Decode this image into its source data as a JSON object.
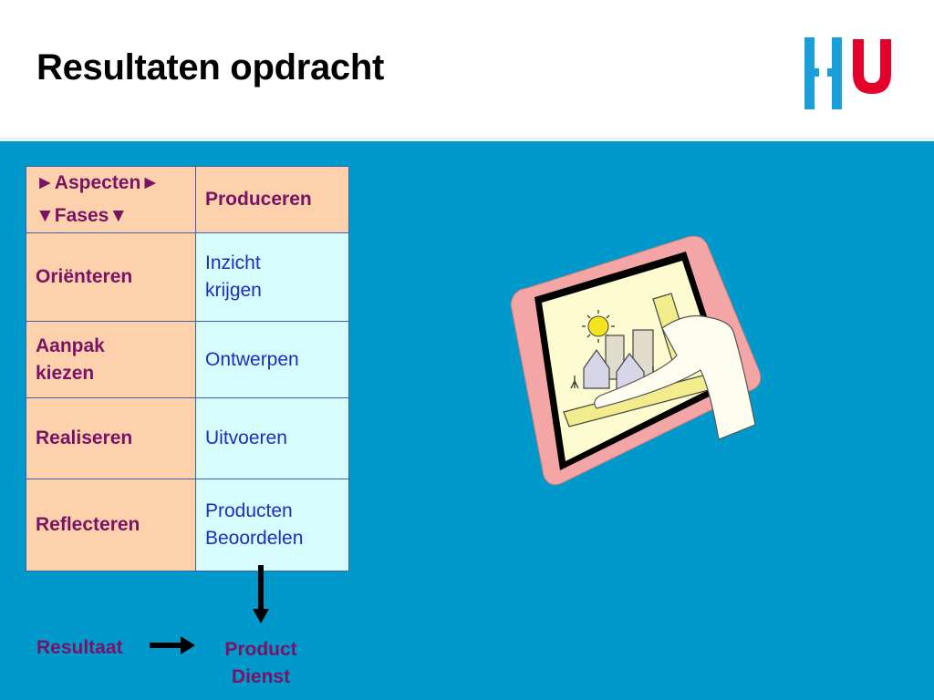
{
  "header": {
    "title": "Resultaten opdracht",
    "logo_name": "HU"
  },
  "colors": {
    "background": "#0099cc",
    "aspect_cell": "#fdd1ab",
    "value_cell": "#d8fbfd",
    "aspect_text": "#7a1266",
    "value_text": "#1a2fc0",
    "logo_blue": "#1aa0d8",
    "logo_red": "#e3002b"
  },
  "table": {
    "header": {
      "aspects_label": "►Aspecten►",
      "phases_label": "▼Fases▼",
      "column": "Produceren"
    },
    "rows": [
      {
        "phase": "Oriënteren",
        "result": [
          "Inzicht",
          "krijgen"
        ]
      },
      {
        "phase": [
          "Aanpak",
          "kiezen"
        ],
        "result": "Ontwerpen"
      },
      {
        "phase": "Realiseren",
        "result": "Uitvoeren"
      },
      {
        "phase": "Reflecteren",
        "result": [
          "Producten",
          "Beoordelen"
        ]
      }
    ]
  },
  "footer": {
    "result_label": "Resultaat",
    "product_lines": [
      "Product",
      "Dienst"
    ]
  },
  "clipart": {
    "icon": "framed-city-picture-illustration"
  }
}
